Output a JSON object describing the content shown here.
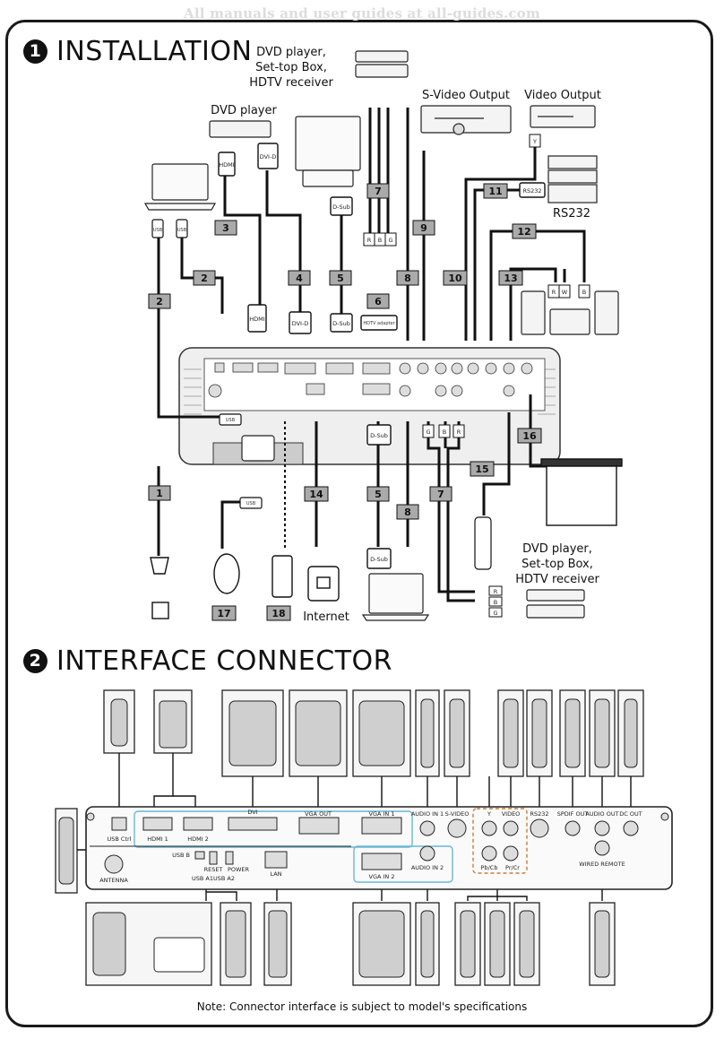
{
  "watermark": "All manuals and user guides at all-guides.com",
  "installation": {
    "number": "1",
    "title": "INSTALLATION",
    "devices": {
      "dvd_stb_top": [
        "DVD player,",
        "Set-top Box,",
        "HDTV receiver"
      ],
      "svideo_output": "S-Video Output",
      "video_output": "Video Output",
      "dvd_player": "DVD player",
      "rs232": "RS232",
      "dvd_stb_bottom": [
        "DVD player,",
        "Set-top Box,",
        "HDTV receiver"
      ],
      "internet": "Internet"
    },
    "cable_tags": [
      "1",
      "2",
      "2",
      "3",
      "4",
      "5",
      "5",
      "6",
      "7",
      "7",
      "8",
      "8",
      "9",
      "10",
      "11",
      "12",
      "13",
      "14",
      "15",
      "16",
      "17",
      "18"
    ],
    "connector_labels": {
      "usb": "USB",
      "hdmi": "HDMI",
      "dvi_d": "DVI-D",
      "d_sub": "D-Sub",
      "hdtv_adapter": "HDTV adapter",
      "rs232": "RS232",
      "r": "R",
      "g": "G",
      "b": "B",
      "w": "W",
      "y": "Y"
    }
  },
  "interface": {
    "number": "2",
    "title": "INTERFACE CONNECTOR",
    "ports": {
      "usb_ctrl": "USB Ctrl",
      "hdmi1": "HDMI 1",
      "hdmi2": "HDMI 2",
      "dvi": "DVI",
      "vga_out": "VGA OUT",
      "vga_in1": "VGA IN 1",
      "audio_in1": "AUDIO IN 1",
      "s_video": "S-VIDEO",
      "y": "Y",
      "video": "VIDEO",
      "rs232": "RS232",
      "spdif_out": "SPDIF OUT",
      "audio_out": "AUDIO OUT",
      "dc_out": "DC OUT",
      "usb_b": "USB B",
      "reset": "RESET",
      "power": "POWER",
      "lan": "LAN",
      "usb_a1": "USB A1",
      "usb_a2": "USB A2",
      "antenna": "ANTENNA",
      "vga_in2": "VGA IN 2",
      "audio_in2": "AUDIO IN 2",
      "pb_cb": "Pb/Cb",
      "pr_cr": "Pr/Cr",
      "wired_remote": "WIRED REMOTE"
    }
  },
  "note": "Note: Connector interface is subject to model's specifications"
}
